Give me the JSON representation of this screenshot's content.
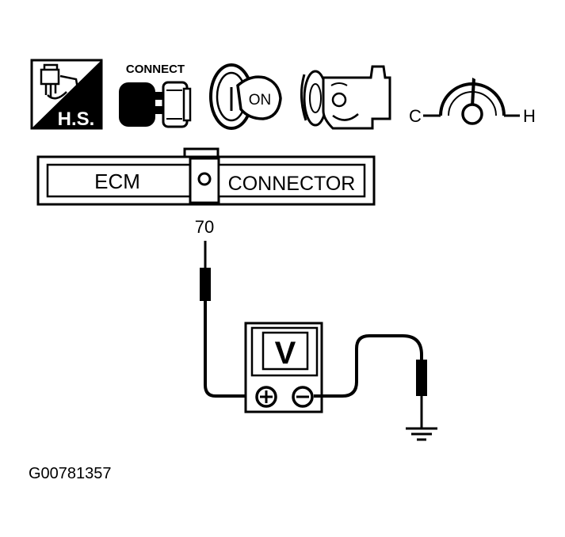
{
  "icons": {
    "harness_icon": "wiring-harness-icon",
    "harness_label": "H.S.",
    "connect_label": "CONNECT",
    "connector_icon": "connector-plug-icon",
    "ignition_icon": "ignition-key-icon",
    "ignition_label": "ON",
    "engine_icon": "engine-running-icon",
    "temp_icon": "temperature-gauge-icon",
    "temp_cold": "C",
    "temp_hot": "H"
  },
  "connector": {
    "left_label": "ECM",
    "right_label": "CONNECTOR",
    "terminal": "70"
  },
  "meter": {
    "icon": "voltmeter-icon",
    "display": "V",
    "positive_icon": "plus-terminal-icon",
    "negative_icon": "minus-terminal-icon"
  },
  "ground_icon": "ground-icon",
  "figure_id": "G00781357",
  "colors": {
    "ink": "#000000",
    "paper": "#ffffff"
  }
}
